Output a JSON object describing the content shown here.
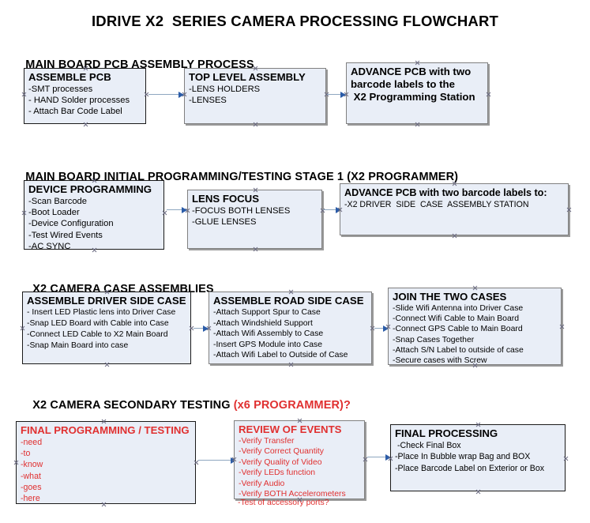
{
  "document": {
    "title": "IDRIVE X2  SERIES CAMERA PROCESSING FLOWCHART"
  },
  "colors": {
    "box_fill": "#e9eef7",
    "box_border": "#1a1a1a",
    "box_border_shadowed": "#808080",
    "arrow_shaft": "#8ea7c0",
    "arrow_head": "#2b5ca8",
    "red_text": "#e03030",
    "black_text": "#000000"
  },
  "sections": [
    {
      "header": "MAIN BOARD PCB ASSEMBLY PROCESS",
      "header_suffix": "",
      "boxes": [
        {
          "title": "ASSEMBLE PCB",
          "lines": [
            "-SMT processes",
            "- HAND Solder processes",
            "- Attach Bar Code Label"
          ]
        },
        {
          "title": "TOP LEVEL ASSEMBLY",
          "lines": [
            "-LENS HOLDERS",
            "-LENSES"
          ]
        },
        {
          "title": "ADVANCE PCB with two",
          "lines": [
            "barcode labels to the",
            " X2 Programming Station"
          ]
        }
      ]
    },
    {
      "header": "MAIN BOARD INITIAL PROGRAMMING/TESTING STAGE 1 (X2 PROGRAMMER)",
      "header_suffix": "",
      "boxes": [
        {
          "title": "DEVICE PROGRAMMING",
          "lines": [
            "-Scan Barcode",
            "-Boot Loader",
            "-Device Configuration",
            "-Test Wired Events",
            "-AC SYNC"
          ]
        },
        {
          "title": "LENS FOCUS",
          "lines": [
            "-FOCUS BOTH LENSES",
            "-GLUE LENSES"
          ]
        },
        {
          "title": "ADVANCE PCB with two barcode labels to:",
          "lines": [
            "-X2 DRIVER  SIDE  CASE  ASSEMBLY STATION"
          ]
        }
      ]
    },
    {
      "header": "X2 CAMERA CASE ASSEMBLIES",
      "header_suffix": "",
      "boxes": [
        {
          "title": "ASSEMBLE DRIVER SIDE CASE",
          "lines": [
            "- Insert LED Plastic lens into Driver Case",
            "-Snap LED Board with Cable into Case",
            "-Connect LED Cable to X2 Main Board",
            "-Snap Main Board into case"
          ]
        },
        {
          "title": "ASSEMBLE ROAD SIDE CASE",
          "lines": [
            "-Attach Support Spur to Case",
            "-Attach Windshield Support",
            "-Attach Wifi Assembly to Case",
            "-Insert GPS Module into Case",
            "-Attach Wifi Label to Outside of Case"
          ]
        },
        {
          "title": "JOIN THE TWO CASES",
          "lines": [
            "-Slide Wifi Antenna into Driver Case",
            "-Connect Wifi Cable to Main Board",
            "-Connect GPS Cable to Main Board",
            "-Snap Cases Together",
            "-Attach S/N Label to outside of case",
            "-Secure cases with Screw"
          ]
        }
      ]
    },
    {
      "header": "X2 CAMERA SECONDARY TESTING ",
      "header_suffix": "(x6 PROGRAMMER)?",
      "boxes": [
        {
          "title": "FINAL PROGRAMMING / TESTING",
          "lines": [
            "-need",
            "-to",
            "-know",
            "-what",
            "-goes",
            "-here"
          ]
        },
        {
          "title": "REVIEW OF EVENTS",
          "lines": [
            "-Verify Transfer",
            "-Verify Correct Quantity",
            "-Verify Quality of Video",
            "-Verify LEDs function",
            "-Verify Audio",
            "-Verify BOTH Accelerometers",
            "-Test of accessory ports?"
          ]
        },
        {
          "title": "FINAL PROCESSING",
          "lines": [
            " -Check Final Box",
            "-Place In Bubble wrap Bag and BOX",
            "-Place Barcode Label on Exterior or Box"
          ]
        }
      ]
    }
  ]
}
